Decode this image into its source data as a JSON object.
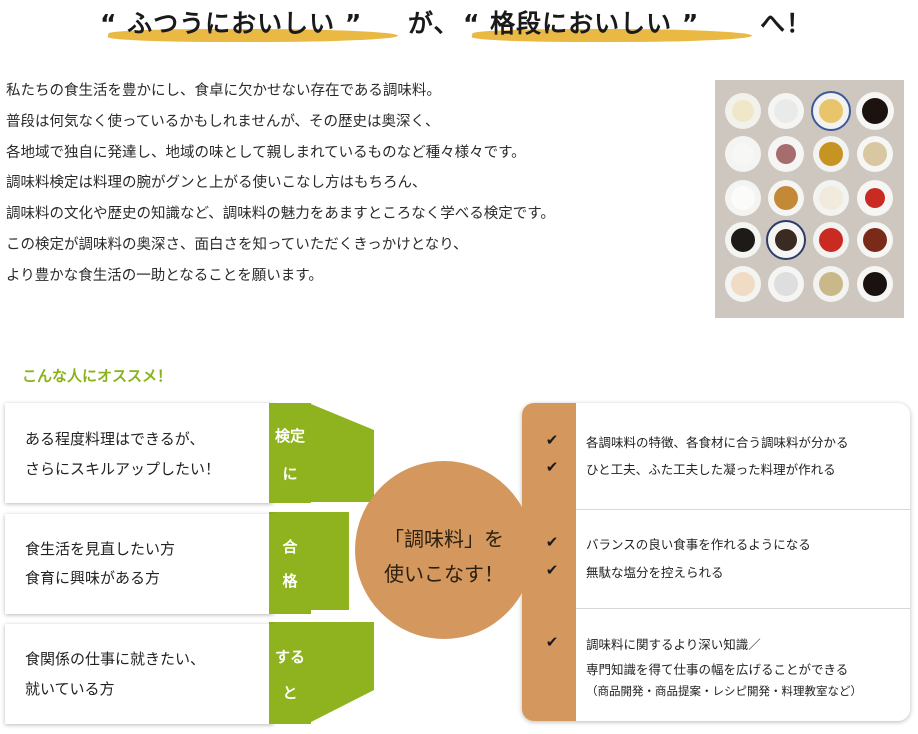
{
  "headline": {
    "part1": "“ ふつうにおいしい ”",
    "part2": "が、",
    "part3": "“ 格段においしい ”",
    "part4": "へ！",
    "brush_color": "#e8b53a"
  },
  "intro": {
    "lines": [
      "私たちの食生活を豊かにし、食卓に欠かせない存在である調味料。",
      "普段は何気なく使っているかもしれませんが、その歴史は奥深く、",
      "各地域で独自に発達し、地域の味として親しまれているものなど種々様々です。",
      "調味料検定は料理の腕がグンと上がる使いこなし方はもちろん、",
      "調味料の文化や歴史の知識など、調味料の魅力をあますところなく学べる検定です。",
      "この検定が調味料の奥深さ、面白さを知っていただくきっかけとなり、",
      "より豊かな食生活の一助となることを願います。"
    ]
  },
  "photo": {
    "icon": "seasonings-photo"
  },
  "recommend": {
    "label": "こんな人にオススメ！",
    "accent": "#8bb31c",
    "people": [
      {
        "lines": [
          "ある程度料理はできるが、",
          "さらにスキルアップしたい！"
        ]
      },
      {
        "lines": [
          "食生活を見直したい方",
          "食育に興味がある方"
        ]
      },
      {
        "lines": [
          "食関係の仕事に就きたい、",
          "就いている方"
        ]
      }
    ],
    "tabs": [
      {
        "lines": [
          "検定",
          "に"
        ]
      },
      {
        "lines": [
          "合",
          "格"
        ]
      },
      {
        "lines": [
          "する",
          "と"
        ]
      }
    ],
    "tab_color": "#8fb21f"
  },
  "center": {
    "line1": "「調味料」を",
    "line2": "使いこなす！",
    "color": "#d4975e"
  },
  "benefits": {
    "check_icon": "checkmark-icon",
    "groups": [
      {
        "items": [
          "各調味料の特徴、各食材に合う調味料が分かる",
          "ひと工夫、ふた工夫した凝った料理が作れる"
        ]
      },
      {
        "items": [
          "バランスの良い食事を作れるようになる",
          "無駄な塩分を控えられる"
        ]
      },
      {
        "items": [
          "調味料に関するより深い知識／",
          "専門知識を得て仕事の幅を広げることができる",
          "（商品開発・商品提案・レシピ開発・料理教室など）"
        ]
      }
    ]
  }
}
